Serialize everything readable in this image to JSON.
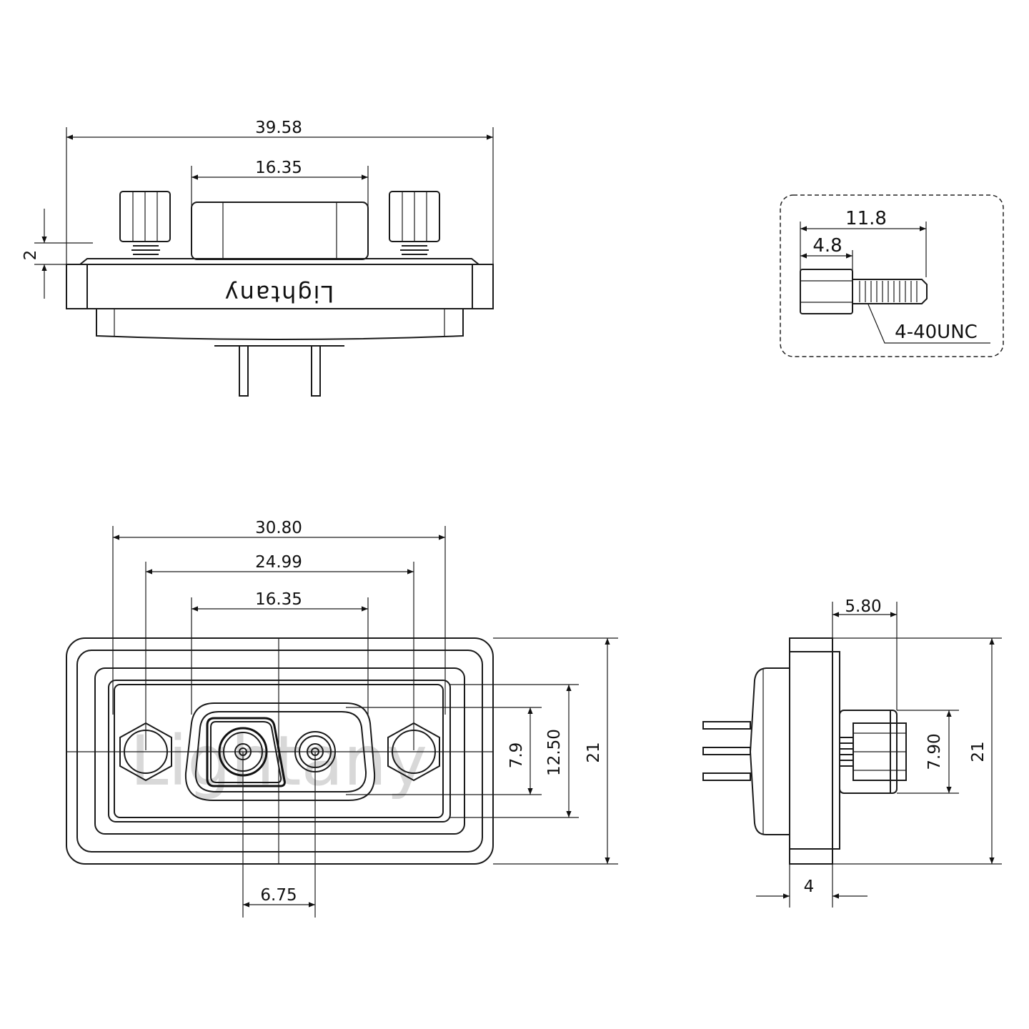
{
  "brand": "Lightany",
  "top_view": {
    "overall_width": "39.58",
    "mounting_span": "16.35",
    "flange_thickness": "2"
  },
  "screw_detail": {
    "length": "11.8",
    "head_length": "4.8",
    "thread": "4-40UNC"
  },
  "front_view": {
    "flange_width": "30.80",
    "hole_pitch": "24.99",
    "shell_width": "16.35",
    "cavity_height": "7.9",
    "shell_height": "12.50",
    "flange_height": "21",
    "contact_pitch": "6.75",
    "watermark": "Lightany"
  },
  "side_view": {
    "screw_offset": "5.80",
    "screw_height": "7.90",
    "flange_height": "21",
    "flange_thickness": "4"
  }
}
